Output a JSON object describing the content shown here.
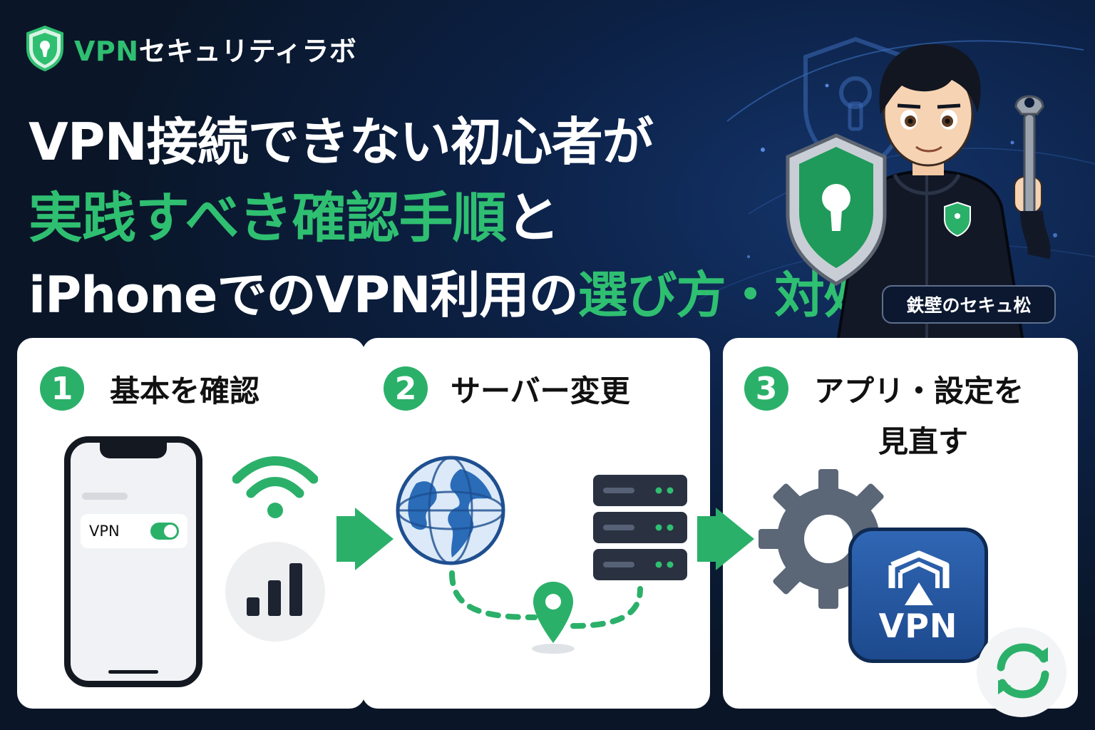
{
  "brand": {
    "name_accent": "VPN",
    "name_rest": "セキュリティラボ"
  },
  "headline": {
    "line1": "VPN接続できない初心者が",
    "line2_green": "実践すべき確認手順",
    "line2_white": "と",
    "line3_white": "iPhoneでのVPN利用の",
    "line3_green": "選び方・対処法"
  },
  "character": {
    "name": "鉄壁のセキュ松"
  },
  "steps": [
    {
      "number": "1",
      "title": "基本を確認"
    },
    {
      "number": "2",
      "title": "サーバー変更"
    },
    {
      "number": "3",
      "title_line1": "アプリ・設定を",
      "title_line2": "見直す"
    }
  ],
  "phone": {
    "vpn_label": "VPN"
  },
  "vpn_app": {
    "label": "VPN"
  },
  "colors": {
    "accent_green": "#2fbf71",
    "step_green": "#2bb06a",
    "background_navy": "#0a1628",
    "app_blue": "#2a5ea8"
  },
  "icons": [
    "shield-keyhole-icon",
    "wifi-icon",
    "signal-bars-icon",
    "globe-icon",
    "server-icon",
    "location-pin-icon",
    "gear-icon",
    "vpn-app-icon",
    "sync-icon",
    "wrench-icon"
  ]
}
